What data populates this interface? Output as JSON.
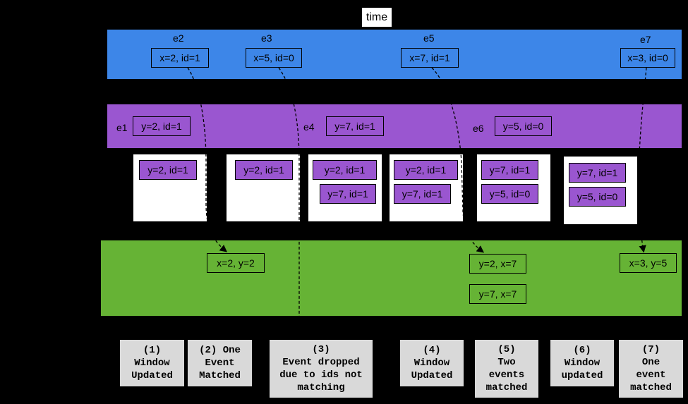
{
  "axis": {
    "time_label": "time"
  },
  "stream_a": {
    "events": [
      {
        "name": "e2",
        "value": "x=2, id=1"
      },
      {
        "name": "e3",
        "value": "x=5, id=0"
      },
      {
        "name": "e5",
        "value": "x=7, id=1"
      },
      {
        "name": "e7",
        "value": "x=3, id=0"
      }
    ]
  },
  "stream_b": {
    "events": [
      {
        "name": "e1",
        "value": "y=2, id=1"
      },
      {
        "name": "e4",
        "value": "y=7, id=1"
      },
      {
        "name": "e6",
        "value": "y=5, id=0"
      }
    ]
  },
  "windows": [
    {
      "items": [
        "y=2, id=1"
      ]
    },
    {
      "items": [
        "y=2, id=1"
      ]
    },
    {
      "items": [
        "y=2, id=1",
        "y=7, id=1"
      ]
    },
    {
      "items": [
        "y=2, id=1",
        "y=7, id=1"
      ]
    },
    {
      "items": [
        "y=7, id=1",
        "y=5, id=0"
      ]
    },
    {
      "items": [
        "y=7, id=1",
        "y=5, id=0"
      ]
    }
  ],
  "output": {
    "results": [
      "x=2, y=2",
      "y=2, x=7",
      "y=7, x=7",
      "x=3, y=5"
    ]
  },
  "captions": [
    "(1)\nWindow\nUpdated",
    "(2) One\nEvent\nMatched",
    "(3)\nEvent dropped\ndue to ids not\nmatching",
    "(4)\nWindow\nUpdated",
    "(5)\nTwo\nevents\nmatched",
    "(6)\nWindow\nupdated",
    "(7)\nOne\nevent\nmatched"
  ],
  "colors": {
    "stream_a": "#3d86e8",
    "stream_b": "#9a56d0",
    "output": "#66b335",
    "caption_bg": "#d9d9d9"
  }
}
